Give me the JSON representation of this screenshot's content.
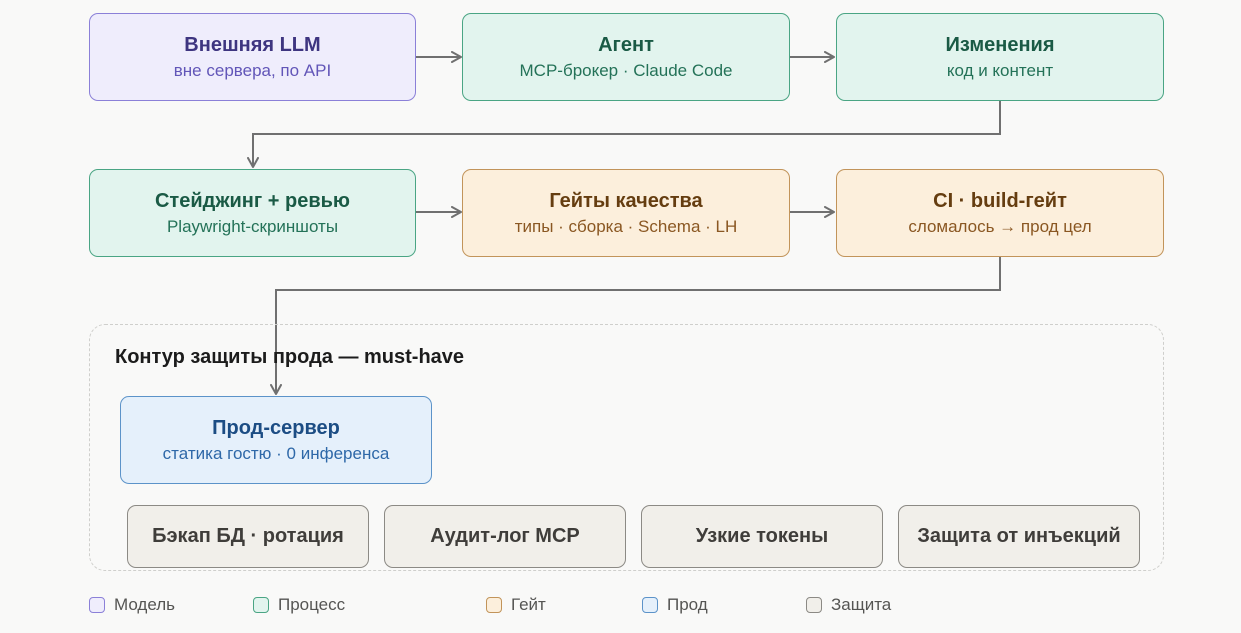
{
  "nodes": {
    "external_llm": {
      "title": "Внешняя LLM",
      "subtitle": "вне сервера, по API"
    },
    "agent": {
      "title": "Агент",
      "subtitle": "MCP-брокер · Claude Code"
    },
    "changes": {
      "title": "Изменения",
      "subtitle": "код и контент"
    },
    "staging": {
      "title": "Стейджинг + ревью",
      "subtitle": "Playwright-скриншоты"
    },
    "quality_gates": {
      "title": "Гейты качества",
      "subtitle": "типы · сборка · Schema · LH"
    },
    "ci_gate": {
      "title": "CI · build-гейт",
      "subtitle": "сломалось → прод цел"
    },
    "prod_server": {
      "title": "Прод-сервер",
      "subtitle": "статика гостю · 0 инференса"
    }
  },
  "zone": {
    "title": "Контур защиты прода — must-have",
    "safeguards": [
      "Бэкап БД · ротация",
      "Аудит-лог MCP",
      "Узкие токены",
      "Защита от инъекций"
    ]
  },
  "legend": [
    {
      "label": "Модель",
      "color": "#8b80d8",
      "fill": "#efedfc"
    },
    {
      "label": "Процесс",
      "color": "#4aa584",
      "fill": "#e2f4ee"
    },
    {
      "label": "Гейт",
      "color": "#c2945a",
      "fill": "#fcefdc"
    },
    {
      "label": "Прод",
      "color": "#5c93c9",
      "fill": "#e5f0fb"
    },
    {
      "label": "Защита",
      "color": "#8c8a85",
      "fill": "#f1efea"
    }
  ],
  "colors": {
    "arrow": "#707070",
    "background": "#f9f9f8"
  }
}
